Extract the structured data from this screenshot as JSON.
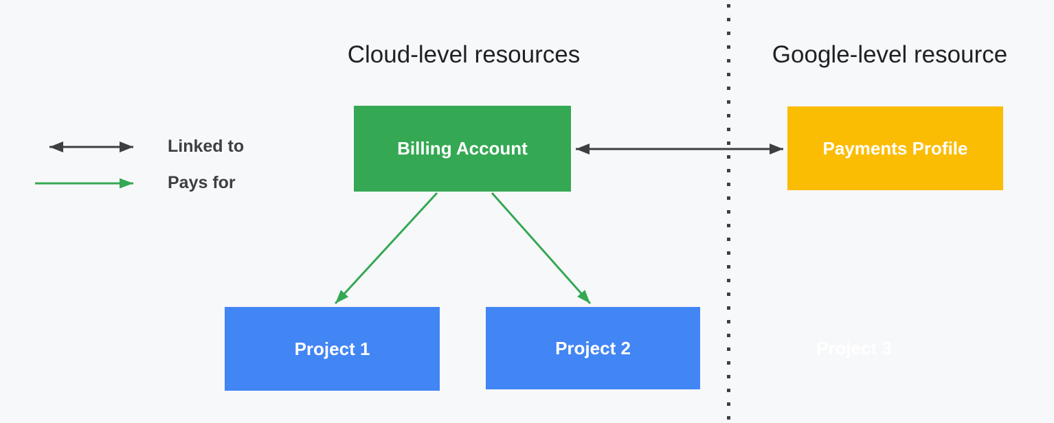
{
  "diagram": {
    "titles": {
      "cloud_level": "Cloud-level resources",
      "google_level": "Google-level resource"
    },
    "legend": {
      "linked_to": "Linked to",
      "pays_for": "Pays for"
    },
    "nodes": {
      "billing_account": "Billing Account",
      "payments_profile": "Payments Profile",
      "project_1": "Project 1",
      "project_2": "Project 2",
      "project_3": "Project 3"
    },
    "edges": {
      "billing_payments": "Linked to",
      "billing_project_1": "Pays for",
      "billing_project_2": "Pays for"
    },
    "colors": {
      "background": "#F7F8FA",
      "green": "#34A853",
      "yellow": "#FBBC04",
      "blue": "#4285F4",
      "dark": "#3C4043",
      "title_text": "#202124",
      "white": "#FFFFFF"
    }
  }
}
